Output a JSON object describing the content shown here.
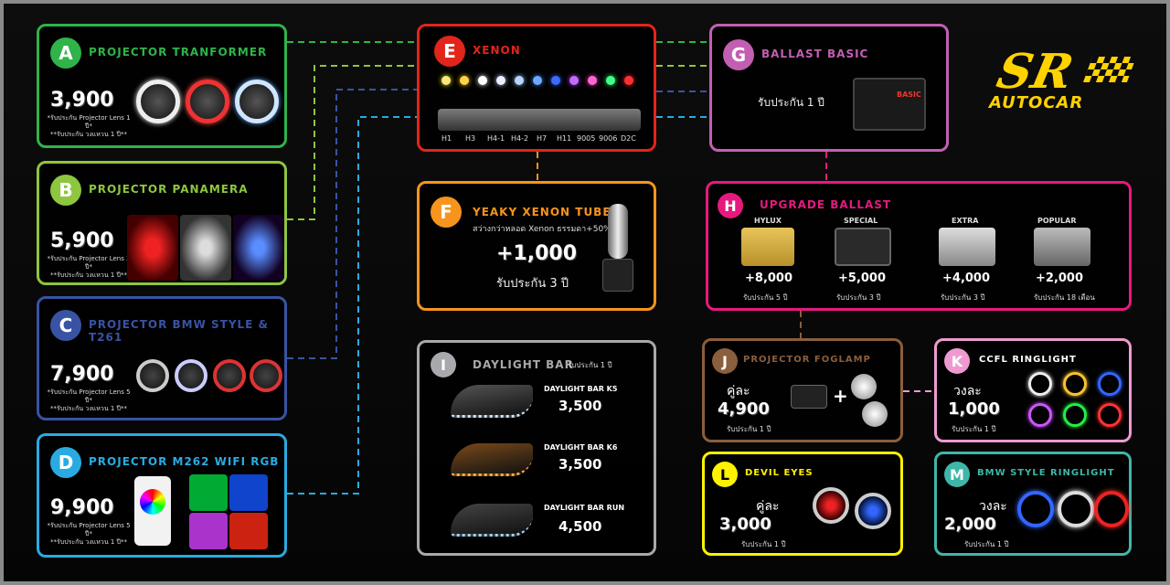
{
  "logo": {
    "mark": "SR",
    "sub": "AUTOCAR"
  },
  "A": {
    "badge": "A",
    "title": "PROJECTOR TRANFORMER",
    "price": "3,900",
    "note1": "*รับประกัน Projector Lens 1 ปี*",
    "note2": "**รับประกัน วงแหวน 1 ปี**"
  },
  "B": {
    "badge": "B",
    "title": "PROJECTOR PANAMERA",
    "price": "5,900",
    "note1": "*รับประกัน Projector Lens 2 ปี*",
    "note2": "**รับประกัน วงแหวน 1 ปี**"
  },
  "C": {
    "badge": "C",
    "title": "PROJECTOR BMW STYLE & T261",
    "price": "7,900",
    "note1": "*รับประกัน Projector Lens 5 ปี*",
    "note2": "**รับประกัน วงแหวน 1 ปี**"
  },
  "D": {
    "badge": "D",
    "title": "PROJECTOR M262 WIFI RGB",
    "price": "9,900",
    "note1": "*รับประกัน Projector Lens 5 ปี*",
    "note2": "**รับประกัน วงแหวน 1 ปี**"
  },
  "E": {
    "badge": "E",
    "title": "XENON",
    "bulbs": [
      "H1",
      "H3",
      "H4-1",
      "H4-2",
      "H7",
      "H11",
      "9005",
      "9006",
      "D2C"
    ]
  },
  "F": {
    "badge": "F",
    "title": "YEAKY XENON TUBE",
    "subtitle": "สว่างกว่าหลอด Xenon ธรรมดา+50%",
    "price": "+1,000",
    "warranty": "รับประกัน 3 ปี"
  },
  "G": {
    "badge": "G",
    "title": "BALLAST BASIC",
    "warranty": "รับประกัน 1 ปี",
    "device_label": "BASIC"
  },
  "H": {
    "badge": "H",
    "title": "UPGRADE BALLAST",
    "items": [
      {
        "name": "HYLUX",
        "price": "+8,000",
        "warranty": "รับประกัน 5 ปี"
      },
      {
        "name": "SPECIAL",
        "price": "+5,000",
        "warranty": "รับประกัน 3 ปี"
      },
      {
        "name": "EXTRA",
        "price": "+4,000",
        "warranty": "รับประกัน 3 ปี"
      },
      {
        "name": "POPULAR",
        "price": "+2,000",
        "warranty": "รับประกัน 18 เดือน"
      }
    ]
  },
  "I": {
    "badge": "I",
    "title": "DAYLIGHT BAR",
    "title_note": "รับประกัน 1 ปี",
    "items": [
      {
        "name": "DAYLIGHT BAR K5",
        "price": "3,500"
      },
      {
        "name": "DAYLIGHT BAR K6",
        "price": "3,500"
      },
      {
        "name": "DAYLIGHT BAR RUN",
        "price": "4,500"
      }
    ]
  },
  "J": {
    "badge": "J",
    "title": "PROJECTOR FOGLAMP",
    "pair": "คู่ละ",
    "price": "4,900",
    "warranty": "รับประกัน 1 ปี",
    "plus": "+"
  },
  "K": {
    "badge": "K",
    "title": "CCFL RINGLIGHT",
    "pair": "วงละ",
    "price": "1,000",
    "warranty": "รับประกัน 1 ปี"
  },
  "L": {
    "badge": "L",
    "title": "DEVIL EYES",
    "pair": "คู่ละ",
    "price": "3,000",
    "warranty": "รับประกัน 1 ปี"
  },
  "M": {
    "badge": "M",
    "title": "BMW STYLE RINGLIGHT",
    "pair": "วงละ",
    "price": "2,000",
    "warranty": "รับประกัน 1 ปี"
  },
  "colors": {
    "A": "#2fb34a",
    "B": "#8dc63f",
    "C": "#3953a4",
    "D": "#29abe2",
    "E": "#e1251b",
    "F": "#f7941d",
    "G": "#c25fb2",
    "H": "#e7197e",
    "I": "#a7a9ac",
    "J": "#8b5e3c",
    "K": "#ee9ad0",
    "L": "#fff200",
    "M": "#3fb6a8"
  }
}
